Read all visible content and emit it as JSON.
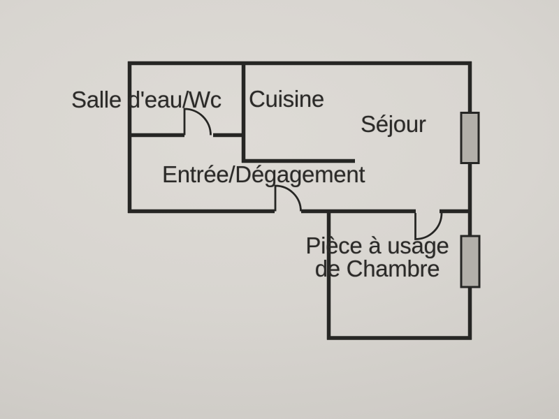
{
  "plan": {
    "type": "apartment-floor-plan",
    "rooms": [
      {
        "id": "salle-deau-wc",
        "label": "Salle d'eau/Wc"
      },
      {
        "id": "cuisine",
        "label": "Cuisine"
      },
      {
        "id": "sejour",
        "label": "Séjour"
      },
      {
        "id": "entree-degagement",
        "label": "Entrée/Dégagement"
      },
      {
        "id": "chambre",
        "label": "Pièce à usage de Chambre",
        "label_line1": "Pièce à usage",
        "label_line2": "de Chambre"
      }
    ],
    "features": {
      "door_arcs": 3,
      "window_symbols": 2
    }
  },
  "colors": {
    "paper": "#d5d2cd",
    "wall": "#262624",
    "text": "#2b2a28",
    "window_fill": "#b2afa9",
    "window_border": "#262624"
  }
}
